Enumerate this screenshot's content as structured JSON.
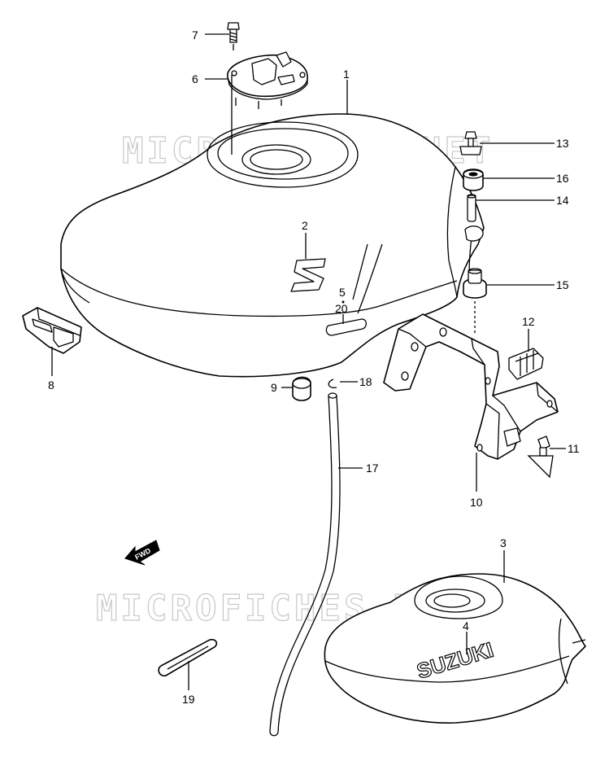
{
  "watermark": "MICROFICHES.NET",
  "direction_badge": "FWD",
  "tank_logo_text": "SUZUKI",
  "parts": [
    {
      "id": "callout-1",
      "number": "1",
      "part": "fuel-tank"
    },
    {
      "id": "callout-2",
      "number": "2",
      "part": "tank-emblem-s"
    },
    {
      "id": "callout-3",
      "number": "3",
      "part": "fuel-tank-variant"
    },
    {
      "id": "callout-4",
      "number": "4",
      "part": "suzuki-emblem"
    },
    {
      "id": "callout-5",
      "number": "5",
      "part": "tank-label"
    },
    {
      "id": "callout-6",
      "number": "6",
      "part": "fuel-cap"
    },
    {
      "id": "callout-7",
      "number": "7",
      "part": "cap-bolt"
    },
    {
      "id": "callout-8",
      "number": "8",
      "part": "tank-cushion"
    },
    {
      "id": "callout-9",
      "number": "9",
      "part": "tank-cushion-rubber"
    },
    {
      "id": "callout-10",
      "number": "10",
      "part": "tank-mount-bracket"
    },
    {
      "id": "callout-11",
      "number": "11",
      "part": "bracket-bolt"
    },
    {
      "id": "callout-12",
      "number": "12",
      "part": "bracket-cushion"
    },
    {
      "id": "callout-13",
      "number": "13",
      "part": "tank-mount-bolt"
    },
    {
      "id": "callout-14",
      "number": "14",
      "part": "spacer"
    },
    {
      "id": "callout-15",
      "number": "15",
      "part": "mount-cushion"
    },
    {
      "id": "callout-16",
      "number": "16",
      "part": "cushion-washer"
    },
    {
      "id": "callout-17",
      "number": "17",
      "part": "drain-hose"
    },
    {
      "id": "callout-18",
      "number": "18",
      "part": "hose-clip"
    },
    {
      "id": "callout-19",
      "number": "19",
      "part": "hose-clamp"
    },
    {
      "id": "callout-20",
      "number": "20",
      "part": "caution-label"
    }
  ]
}
